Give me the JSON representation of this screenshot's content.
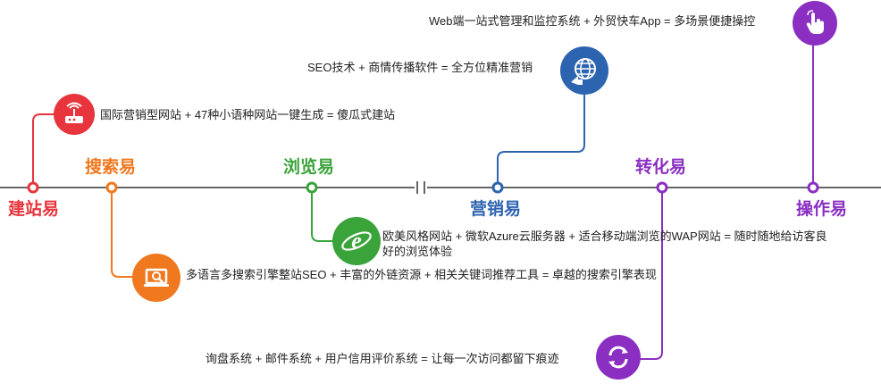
{
  "colors": {
    "red": "#e8343c",
    "orange": "#f0781e",
    "green": "#3aa33a",
    "blue": "#2d64b0",
    "purple": "#8a2fc2",
    "timeline": "#555555"
  },
  "stages": [
    {
      "key": "jianzhan",
      "label": "建站易",
      "icon": "router-icon",
      "desc": "国际营销型网站 + 47种小语种网站一键生成 = 傻瓜式建站"
    },
    {
      "key": "sousuo",
      "label": "搜索易",
      "icon": "laptop-search-icon",
      "desc": "多语言多搜索引擎整站SEO + 丰富的外链资源 + 相关关键词推荐工具 = 卓越的搜索引擎表现"
    },
    {
      "key": "liulan",
      "label": "浏览易",
      "icon": "browser-e-icon",
      "desc_line1": "欧美风格网站 + 微软Azure云服务器 + 适合移动端浏览的WAP网站 = 随时随地给访客良",
      "desc_line2": "好的浏览体验"
    },
    {
      "key": "yingxiao",
      "label": "营销易",
      "icon": "globe-share-icon",
      "desc": "SEO技术 + 商情传播软件  = 全方位精准营销"
    },
    {
      "key": "zhuanhua",
      "label": "转化易",
      "icon": "refresh-icon",
      "desc": "询盘系统 + 邮件系统 + 用户信用评价系统 = 让每一次访问都留下痕迹"
    },
    {
      "key": "caozuo",
      "label": "操作易",
      "icon": "touch-hand-icon",
      "desc": "Web端一站式管理和监控系统 + 外贸快车App = 多场景便捷操控"
    }
  ]
}
